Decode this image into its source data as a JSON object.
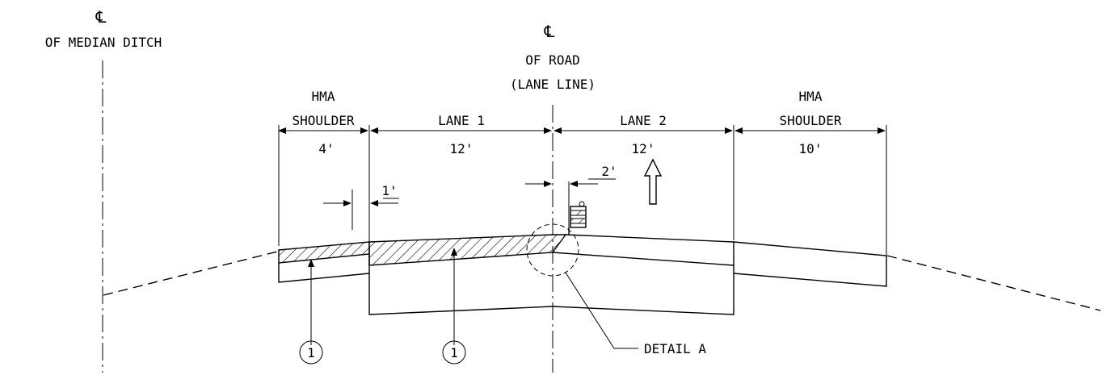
{
  "centerline_symbol": "℄",
  "median_ditch": {
    "line1": "℄",
    "line2": "OF MEDIAN DITCH"
  },
  "road_centerline": {
    "line1": "OF ROAD",
    "line2": "(LANE LINE)"
  },
  "segments": [
    {
      "key": "left_shoulder",
      "title_top": "HMA",
      "title": "SHOULDER",
      "width": "4'"
    },
    {
      "key": "lane1",
      "title": "LANE 1",
      "width": "12'"
    },
    {
      "key": "lane2",
      "title": "LANE 2",
      "width": "12'"
    },
    {
      "key": "right_shoulder",
      "title_top": "HMA",
      "title": "SHOULDER",
      "width": "10'"
    }
  ],
  "offsets": {
    "one_foot": "1'",
    "two_foot": "2'"
  },
  "callouts": {
    "detail_label": "DETAIL A",
    "item_number": "1"
  },
  "icons": [
    "centerline-symbol",
    "direction-arrow-icon",
    "barricade-icon",
    "detail-circle-icon",
    "callout-bubble-icon"
  ]
}
